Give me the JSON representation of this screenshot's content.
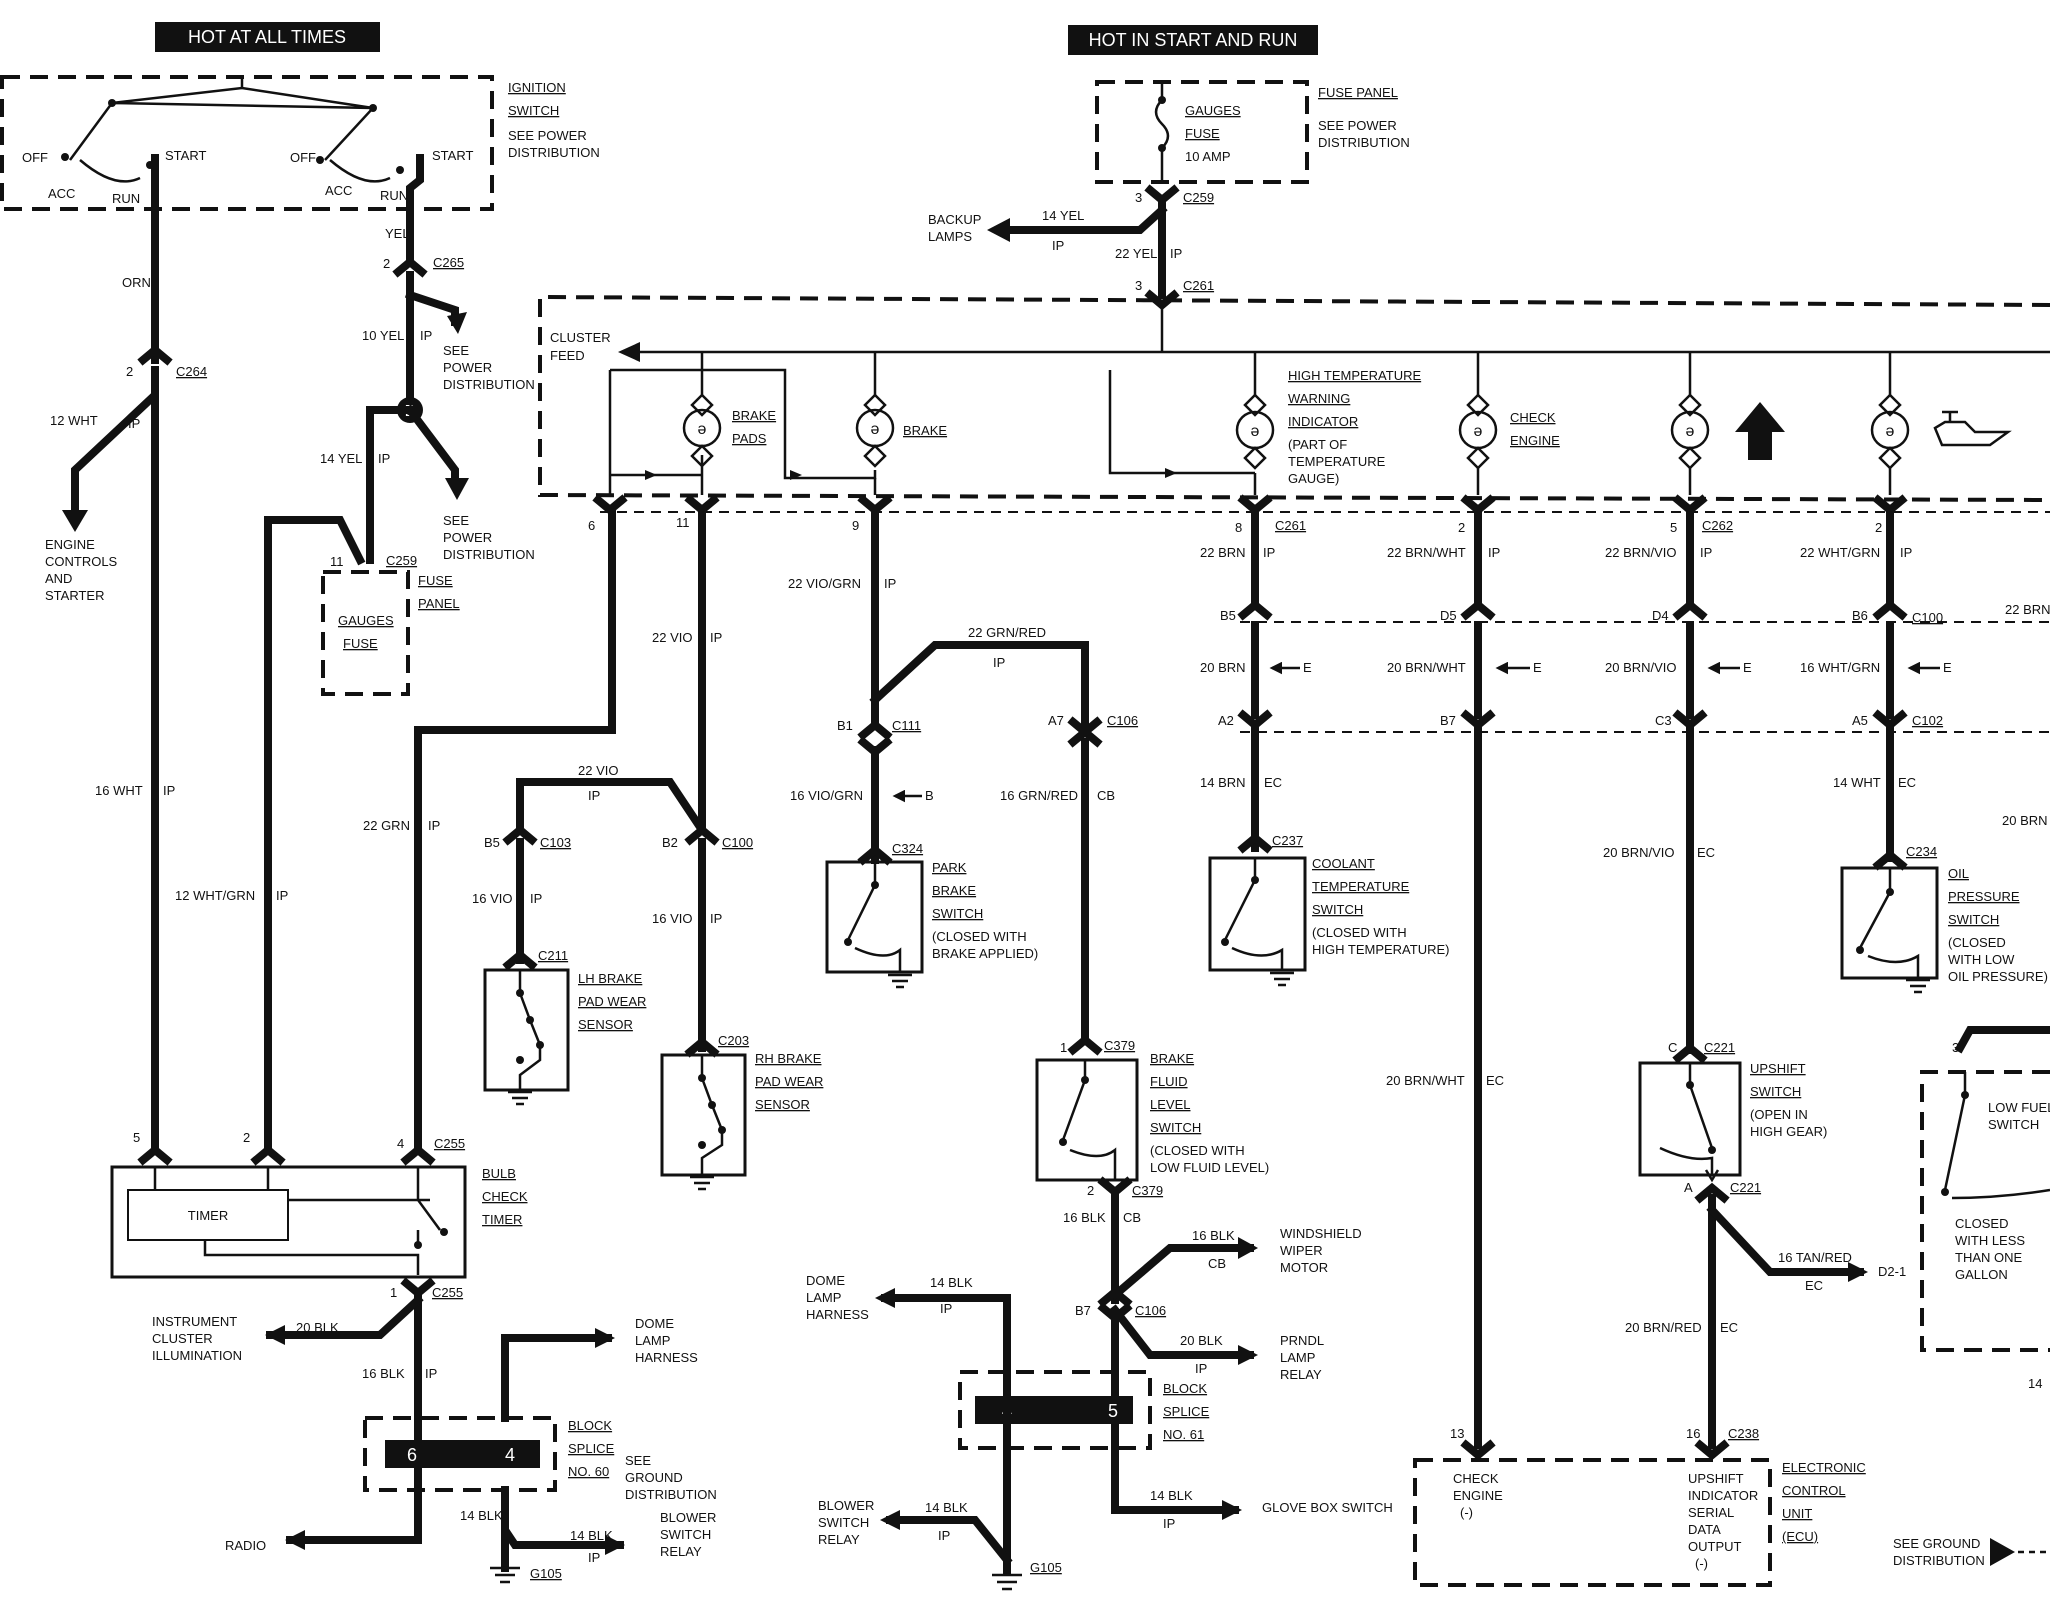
{
  "headers": {
    "hot_at_all_times": "HOT AT ALL TIMES",
    "hot_in_start_and_run": "HOT IN START AND RUN"
  },
  "ignition": {
    "label_lines": [
      "IGNITION",
      "SWITCH",
      "SEE POWER",
      "DISTRIBUTION"
    ],
    "off": "OFF",
    "acc": "ACC",
    "run": "RUN",
    "start": "START"
  },
  "fuse_top": {
    "label_lines": [
      "FUSE PANEL",
      "SEE POWER",
      "DISTRIBUTION"
    ],
    "fuse_lines": [
      "GAUGES",
      "FUSE",
      "10 AMP"
    ]
  },
  "fuse_left": {
    "label_lines": [
      "FUSE",
      "PANEL"
    ],
    "fuse_lines": [
      "GAUGES",
      "FUSE"
    ]
  },
  "connectors": {
    "c264": "C264",
    "c265": "C265",
    "c259": "C259",
    "c261": "C261",
    "c262": "C262",
    "c100": "C100",
    "c102": "C102",
    "c111": "C111",
    "c106": "C106",
    "c103": "C103",
    "c211": "C211",
    "c203": "C203",
    "c324": "C324",
    "c237": "C237",
    "c234": "C234",
    "c379": "C379",
    "c221": "C221",
    "c255": "C255",
    "c238": "C238"
  },
  "wires": {
    "orn": "ORN",
    "yel": "YEL",
    "w10yel": "10 YEL",
    "w12wht": "12 WHT",
    "w14yel": "14 YEL",
    "w16wht": "16 WHT",
    "w12whtgrn": "12 WHT/GRN",
    "w22grn": "22 GRN",
    "w14yel_top": "14 YEL",
    "w22yel": "22 YEL",
    "w22vio": "22 VIO",
    "w22vio2": "22 VIO",
    "w16vio": "16 VIO",
    "w16vio2": "16 VIO",
    "w22viogrn": "22 VIO/GRN",
    "w22grnred": "22 GRN/RED",
    "w16viogrn": "16 VIO/GRN",
    "w16grnred": "16 GRN/RED",
    "w22brn": "22 BRN",
    "w20brn": "20 BRN",
    "w14brn": "14 BRN",
    "w22brnwht": "22 BRN/WHT",
    "w20brnwht": "20 BRN/WHT",
    "w20brnwht2": "20 BRN/WHT",
    "w22brnvio": "22 BRN/VIO",
    "w20brnvio": "20 BRN/VIO",
    "w20brnvio2": "20 BRN/VIO",
    "w22whtgrn": "22 WHT/GRN",
    "w16whtgrn": "16 WHT/GRN",
    "w14wht": "14 WHT",
    "w22brn_edge": "22 BRN",
    "w20brn_edge": "20 BRN",
    "w16blk": "16 BLK",
    "w16blk2": "16 BLK",
    "w16blk3": "16 BLK",
    "w20blk": "20 BLK",
    "w20blk2": "20 BLK",
    "w14blk": "14 BLK",
    "w14blk2": "14 BLK",
    "w14blk3": "14 BLK",
    "w14blk4": "14 BLK",
    "w14blk5": "14 BLK",
    "w16tanred": "16 TAN/RED",
    "w20brnred": "20 BRN/RED",
    "w14_edge": "14",
    "ip": "IP",
    "ec": "EC",
    "cb": "CB",
    "e": "E",
    "b": "B"
  },
  "components": {
    "cluster_feed": [
      "CLUSTER",
      "FEED"
    ],
    "brake_pads": [
      "BRAKE",
      "PADS"
    ],
    "brake": [
      "BRAKE"
    ],
    "high_temp": [
      "HIGH TEMPERATURE",
      "WARNING",
      "INDICATOR",
      "(PART OF",
      "TEMPERATURE",
      "GAUGE)"
    ],
    "check_engine": [
      "CHECK",
      "ENGINE"
    ],
    "engine_controls": [
      "ENGINE",
      "CONTROLS",
      "AND",
      "STARTER"
    ],
    "see_power_1": [
      "SEE",
      "POWER",
      "DISTRIBUTION"
    ],
    "see_power_2": [
      "SEE",
      "POWER",
      "DISTRIBUTION"
    ],
    "backup_lamps": [
      "BACKUP",
      "LAMPS"
    ],
    "lh_brake": [
      "LH BRAKE",
      "PAD WEAR",
      "SENSOR"
    ],
    "rh_brake": [
      "RH BRAKE",
      "PAD WEAR",
      "SENSOR"
    ],
    "park_brake": [
      "PARK",
      "BRAKE",
      "SWITCH",
      "(CLOSED WITH",
      "BRAKE APPLIED)"
    ],
    "coolant": [
      "COOLANT",
      "TEMPERATURE",
      "SWITCH",
      "(CLOSED WITH",
      "HIGH TEMPERATURE)"
    ],
    "oil_pressure": [
      "OIL",
      "PRESSURE",
      "SWITCH",
      "(CLOSED",
      "WITH LOW",
      "OIL PRESSURE)"
    ],
    "brake_fluid": [
      "BRAKE",
      "FLUID",
      "LEVEL",
      "SWITCH",
      "(CLOSED WITH",
      "LOW FLUID LEVEL)"
    ],
    "upshift": [
      "UPSHIFT",
      "SWITCH",
      "(OPEN IN",
      "HIGH GEAR)"
    ],
    "low_fuel": [
      "LOW FUEL",
      "SWITCH"
    ],
    "low_fuel_note": [
      "CLOSED",
      "WITH LESS",
      "THAN ONE",
      "GALLON"
    ],
    "bulb_check": [
      "BULB",
      "CHECK",
      "TIMER"
    ],
    "timer": "TIMER",
    "instrument_cluster": [
      "INSTRUMENT",
      "CLUSTER",
      "ILLUMINATION"
    ],
    "dome_lamp_1": [
      "DOME",
      "LAMP",
      "HARNESS"
    ],
    "dome_lamp_2": [
      "DOME",
      "LAMP",
      "HARNESS"
    ],
    "radio": "RADIO",
    "block_splice_60": [
      "BLOCK",
      "SPLICE",
      "NO. 60"
    ],
    "block_splice_61": [
      "BLOCK",
      "SPLICE",
      "NO. 61"
    ],
    "see_ground": [
      "SEE",
      "GROUND",
      "DISTRIBUTION"
    ],
    "see_ground_2": [
      "SEE GROUND",
      "DISTRIBUTION"
    ],
    "blower_relay_1": [
      "BLOWER",
      "SWITCH",
      "RELAY"
    ],
    "blower_relay_2": [
      "BLOWER",
      "SWITCH",
      "RELAY"
    ],
    "wiper_motor": [
      "WINDSHIELD",
      "WIPER",
      "MOTOR"
    ],
    "prndl": [
      "PRNDL",
      "LAMP",
      "RELAY"
    ],
    "glove_box": "GLOVE BOX SWITCH",
    "ecu_label": [
      "ELECTRONIC",
      "CONTROL",
      "UNIT",
      "(ECU)"
    ],
    "ecu_check": [
      "CHECK",
      "ENGINE",
      "(-)"
    ],
    "ecu_upshift": [
      "UPSHIFT",
      "INDICATOR",
      "SERIAL",
      "DATA",
      "OUTPUT",
      "(-)"
    ],
    "g105": "G105",
    "g105b": "G105",
    "d21": "D2-1"
  },
  "pins": {
    "p2a": "2",
    "p2b": "2",
    "p3a": "3",
    "p3b": "3",
    "p6": "6",
    "p11": "11",
    "p9": "9",
    "p8": "8",
    "p2c": "2",
    "p5": "5",
    "p2d": "2",
    "p11b": "11",
    "pB5": "B5",
    "pD5": "D5",
    "pD4": "D4",
    "pB6": "B6",
    "pA2": "A2",
    "pB7": "B7",
    "pC3": "C3",
    "pA5": "A5",
    "pB1": "B1",
    "pA7": "A7",
    "pB5b": "B5",
    "pB2": "B2",
    "p1": "1",
    "p2e": "2",
    "pC": "C",
    "pA": "A",
    "p3c": "3",
    "p5b": "5",
    "p2f": "2",
    "p4": "4",
    "p1b": "1",
    "pB7b": "B7",
    "p13": "13",
    "p16": "16",
    "s6": "6",
    "s4": "4",
    "s4b": "4",
    "s5": "5"
  }
}
